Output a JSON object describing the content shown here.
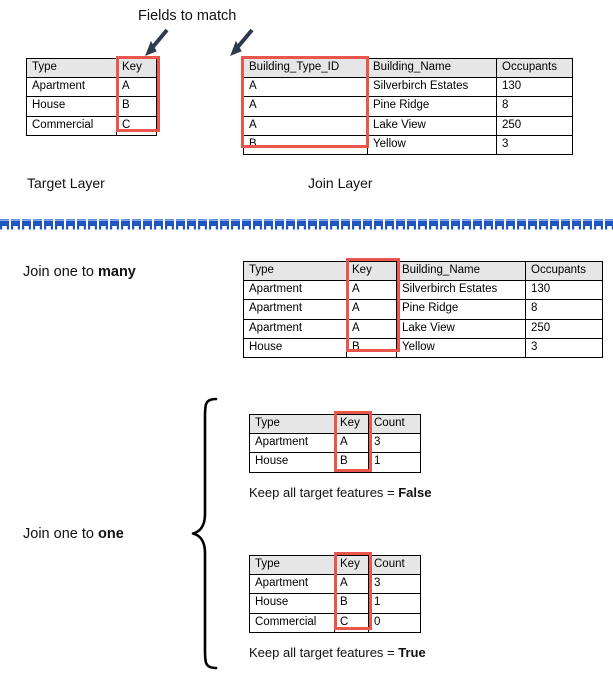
{
  "diagram": {
    "title_note": "Fields to match",
    "layer_labels": {
      "target": "Target Layer",
      "join": "Join Layer"
    },
    "section_labels": {
      "one_to_many_prefix": "Join one to ",
      "one_to_many_emphasis": "many",
      "one_to_one_prefix": "Join one to ",
      "one_to_one_emphasis": "one"
    },
    "captions": {
      "keep_false_prefix": "Keep all target features = ",
      "keep_false_value": "False",
      "keep_true_prefix": "Keep all target features = ",
      "keep_true_value": "True"
    },
    "colors": {
      "highlight_red": "#e8564e",
      "arrow_navy": "#2e3a4f",
      "divider_blue": "#1f56c4",
      "header_gray": "#e6e6e6",
      "border_black": "#000000"
    },
    "icons": {
      "arrow_left": "arrow-down-right-icon",
      "arrow_right": "arrow-down-right-icon",
      "brace": "curly-brace-icon",
      "divider": "decorative-dashed-divider-icon"
    }
  },
  "target_table": {
    "name": "Target Layer attribute table",
    "headers": [
      "Type",
      "Key"
    ],
    "rows": [
      [
        "Apartment",
        "A"
      ],
      [
        "House",
        "B"
      ],
      [
        "Commercial",
        "C"
      ]
    ],
    "highlighted_column": "Key"
  },
  "join_table": {
    "name": "Join Layer attribute table",
    "headers": [
      "Building_Type_ID",
      "Building_Name",
      "Occupants"
    ],
    "rows": [
      [
        "A",
        "Silverbirch Estates",
        "130"
      ],
      [
        "A",
        "Pine Ridge",
        "8"
      ],
      [
        "A",
        "Lake View",
        "250"
      ],
      [
        "B",
        "Yellow",
        "3"
      ]
    ],
    "highlighted_column": "Building_Type_ID"
  },
  "one_to_many_table": {
    "name": "Join one to many result table",
    "headers": [
      "Type",
      "Key",
      "Building_Name",
      "Occupants"
    ],
    "rows": [
      [
        "Apartment",
        "A",
        "Silverbirch Estates",
        "130"
      ],
      [
        "Apartment",
        "A",
        "Pine Ridge",
        "8"
      ],
      [
        "Apartment",
        "A",
        "Lake View",
        "250"
      ],
      [
        "House",
        "B",
        "Yellow",
        "3"
      ]
    ],
    "highlighted_column": "Key"
  },
  "one_to_one_false_table": {
    "name": "Join one to one, keep all target features false",
    "headers": [
      "Type",
      "Key",
      "Count"
    ],
    "rows": [
      [
        "Apartment",
        "A",
        "3"
      ],
      [
        "House",
        "B",
        "1"
      ]
    ],
    "highlighted_column": "Key"
  },
  "one_to_one_true_table": {
    "name": "Join one to one, keep all target features true",
    "headers": [
      "Type",
      "Key",
      "Count"
    ],
    "rows": [
      [
        "Apartment",
        "A",
        "3"
      ],
      [
        "House",
        "B",
        "1"
      ],
      [
        "Commercial",
        "C",
        "0"
      ]
    ],
    "highlighted_column": "Key"
  }
}
